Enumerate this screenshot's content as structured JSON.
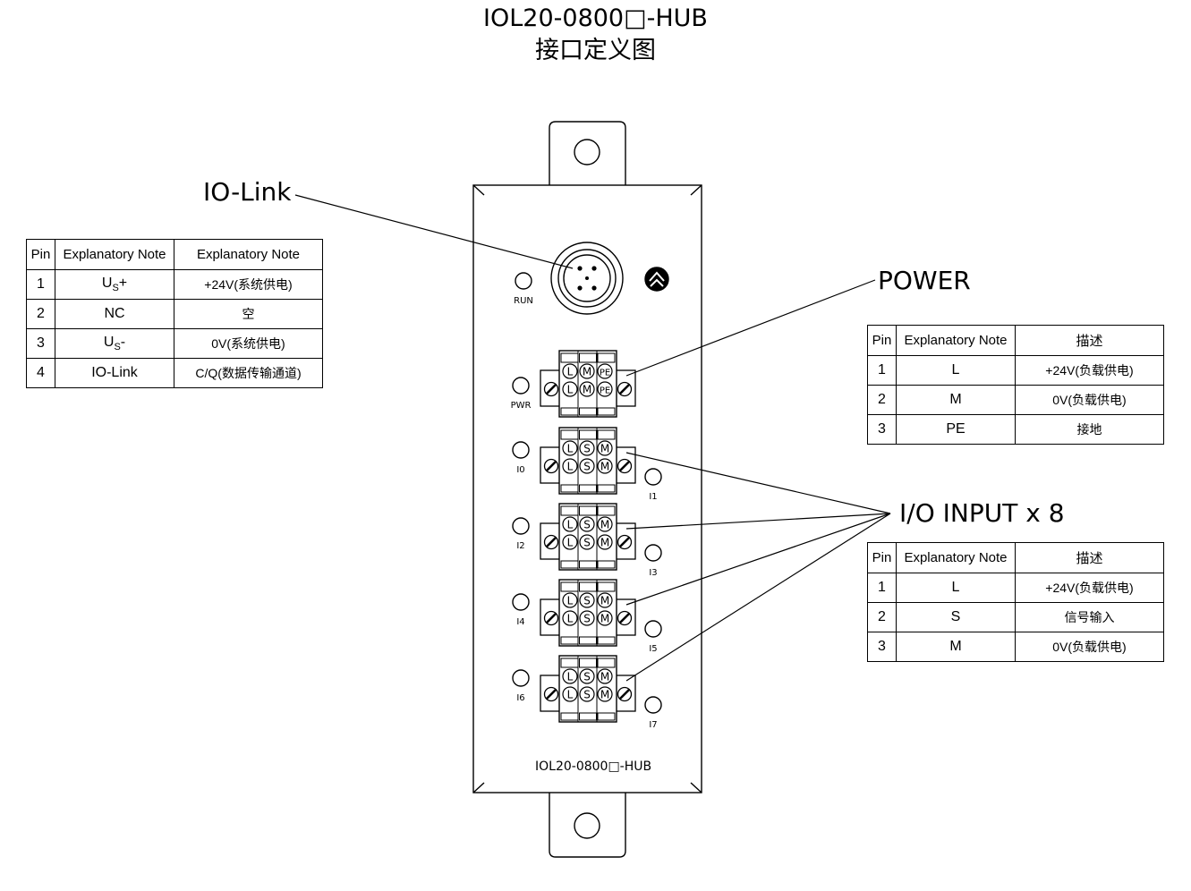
{
  "title": {
    "line1": "IOL20-0800□-HUB",
    "line2": "接口定义图"
  },
  "device": {
    "model_label": "IOL20-0800□-HUB",
    "leds": {
      "run": "RUN",
      "pwr": "PWR",
      "i0": "I0",
      "i1": "I1",
      "i2": "I2",
      "i3": "I3",
      "i4": "I4",
      "i5": "I5",
      "i6": "I6",
      "i7": "I7"
    },
    "power_terminal": [
      "L",
      "M",
      "PE"
    ],
    "input_terminal": [
      "L",
      "S",
      "M"
    ]
  },
  "callouts": {
    "iolink": "IO-Link",
    "power": "POWER",
    "input": "I/O INPUT x 8"
  },
  "tables": {
    "iolink": {
      "header": [
        "Pin",
        "Explanatory Note",
        "Explanatory Note"
      ],
      "rows": [
        {
          "pin": "1",
          "base": "U",
          "sub": "S",
          "tail": "+",
          "desc": "+24V(系统供电)"
        },
        {
          "pin": "2",
          "name": "NC",
          "desc": "空"
        },
        {
          "pin": "3",
          "base": "U",
          "sub": "S",
          "tail": "-",
          "desc": "0V(系统供电)"
        },
        {
          "pin": "4",
          "name": "IO-Link",
          "desc": "C/Q(数据传输通道)"
        }
      ]
    },
    "power": {
      "header": [
        "Pin",
        "Explanatory Note",
        "描述"
      ],
      "rows": [
        {
          "pin": "1",
          "name": "L",
          "desc": "+24V(负载供电)"
        },
        {
          "pin": "2",
          "name": "M",
          "desc": "0V(负载供电)"
        },
        {
          "pin": "3",
          "name": "PE",
          "desc": "接地"
        }
      ]
    },
    "input": {
      "header": [
        "Pin",
        "Explanatory Note",
        "描述"
      ],
      "rows": [
        {
          "pin": "1",
          "name": "L",
          "desc": "+24V(负载供电)"
        },
        {
          "pin": "2",
          "name": "S",
          "desc": "信号输入"
        },
        {
          "pin": "3",
          "name": "M",
          "desc": "0V(负载供电)"
        }
      ]
    }
  }
}
